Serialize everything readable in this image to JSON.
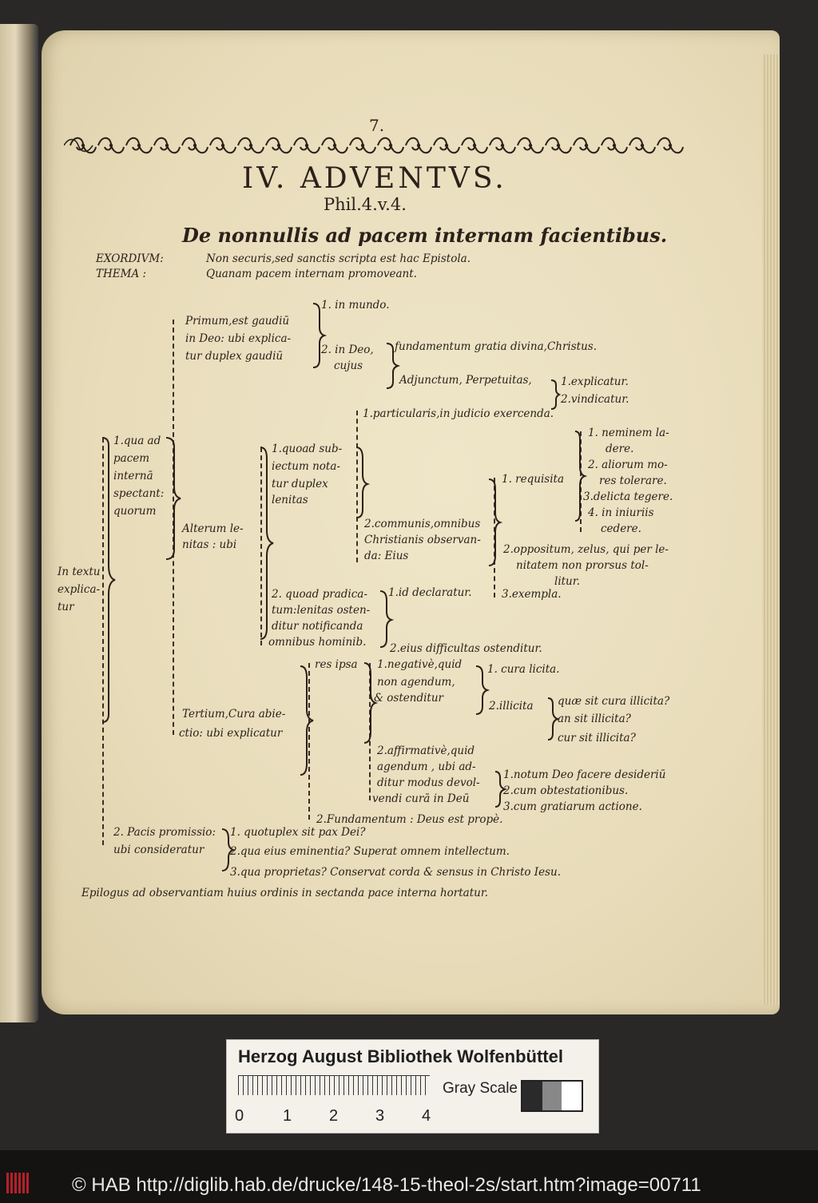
{
  "page_number": "7.",
  "heading": {
    "title": "IV. ADVENTVS.",
    "reference": "Phil.4.v.4.",
    "subject": "De nonnullis ad pacem internam facientibus."
  },
  "exordium": {
    "label": "EXORDIVM:",
    "text": "Non securis,sed sanctis scripta est hac Epistola."
  },
  "thema": {
    "label": "THEMA :",
    "text": "Quanam pacem internam promoveant."
  },
  "outline": {
    "root": [
      "In textu",
      "explica-",
      "tur"
    ],
    "first": [
      "1.qua ad",
      "pacem",
      "internā",
      "spectant:",
      "quorum"
    ],
    "primum": [
      "Primum,est gaudiū",
      "in Deo: ubi explica-",
      "tur duplex gaudiū"
    ],
    "in_mundo": "1. in mundo.",
    "in_deo": [
      "2. in Deo,",
      "cujus"
    ],
    "fundamentum": "fundamentum gratia divina,Christus.",
    "adjunctum": "Adjunctum, Perpetuitas,",
    "explicatur": "1.explicatur.",
    "vindicatur": "2.vindicatur.",
    "alterum": [
      "Alterum le-",
      "nitas : ubi"
    ],
    "particularis": "1.particularis,in judicio exercenda.",
    "quoad_subjectum": [
      "1.quoad sub-",
      "iectum nota-",
      "tur duplex",
      "lenitas"
    ],
    "communis": [
      "2.communis,omnibus",
      "Christianis observan-",
      "da: Eius"
    ],
    "requisita": "1. requisita",
    "req_items": [
      [
        "1. neminem la-",
        "dere."
      ],
      [
        "2. aliorum mo-",
        "res tolerare."
      ],
      [
        "3.delicta tegere."
      ],
      [
        "4. in iniuriis",
        "cedere."
      ]
    ],
    "oppositum": [
      "2.oppositum, zelus, qui per le-",
      "nitatem non prorsus tol-",
      "litur."
    ],
    "exempla": "3.exempla.",
    "quoad_praedicatum": [
      "2. quoad pradica-",
      "tum:lenitas osten-",
      "ditur notificanda",
      "omnibus hominib."
    ],
    "id_declaratur": "1.id declaratur.",
    "difficultas": "2.eius difficultas ostenditur.",
    "tertium": [
      "Tertium,Cura abie-",
      "ctio: ubi explicatur"
    ],
    "res_ipsa": "res ipsa",
    "negative": [
      "1.negativè,quid",
      "non agendum,",
      "& ostenditur"
    ],
    "cura_licita": "1. cura licita.",
    "illicita": "2.illicita",
    "illicita_items": [
      "quæ sit cura illicita?",
      "an sit illicita?",
      "cur sit illicita?"
    ],
    "affirmative": [
      "2.affirmativè,quid",
      "agendum , ubi ad-",
      "ditur modus devol-",
      "vendi curā in Deū"
    ],
    "affirm_items": [
      "1.notum Deo facere desideriū",
      "2.cum obtestationibus.",
      "3.cum gratiarum actione."
    ],
    "fundamentum2": "2.Fundamentum : Deus est propè.",
    "second": [
      "2. Pacis promissio:",
      "ubi consideratur"
    ],
    "pacis_items": [
      "1. quotuplex sit pax Dei?",
      "2.qua eius eminentia? Superat omnem intellectum.",
      "3.qua proprietas? Conservat corda & sensus in Christo Iesu."
    ],
    "epilogus": "Epilogus ad observantiam huius ordinis in sectanda pace interna hortatur."
  },
  "footer_card": {
    "institution": "Herzog August Bibliothek Wolfenbüttel",
    "ruler_labels": [
      "0",
      "1",
      "2",
      "3",
      "4"
    ],
    "gray_scale": "Gray Scale"
  },
  "copyright": "© HAB http://diglib.hab.de/drucke/148-15-theol-2s/start.htm?image=00711",
  "colors": {
    "paper": "#eadfbf",
    "ink": "#2a211a",
    "background": "#141312",
    "logo_red": "#b3202a"
  },
  "icons": {
    "logo": "hab-logo-icon"
  }
}
